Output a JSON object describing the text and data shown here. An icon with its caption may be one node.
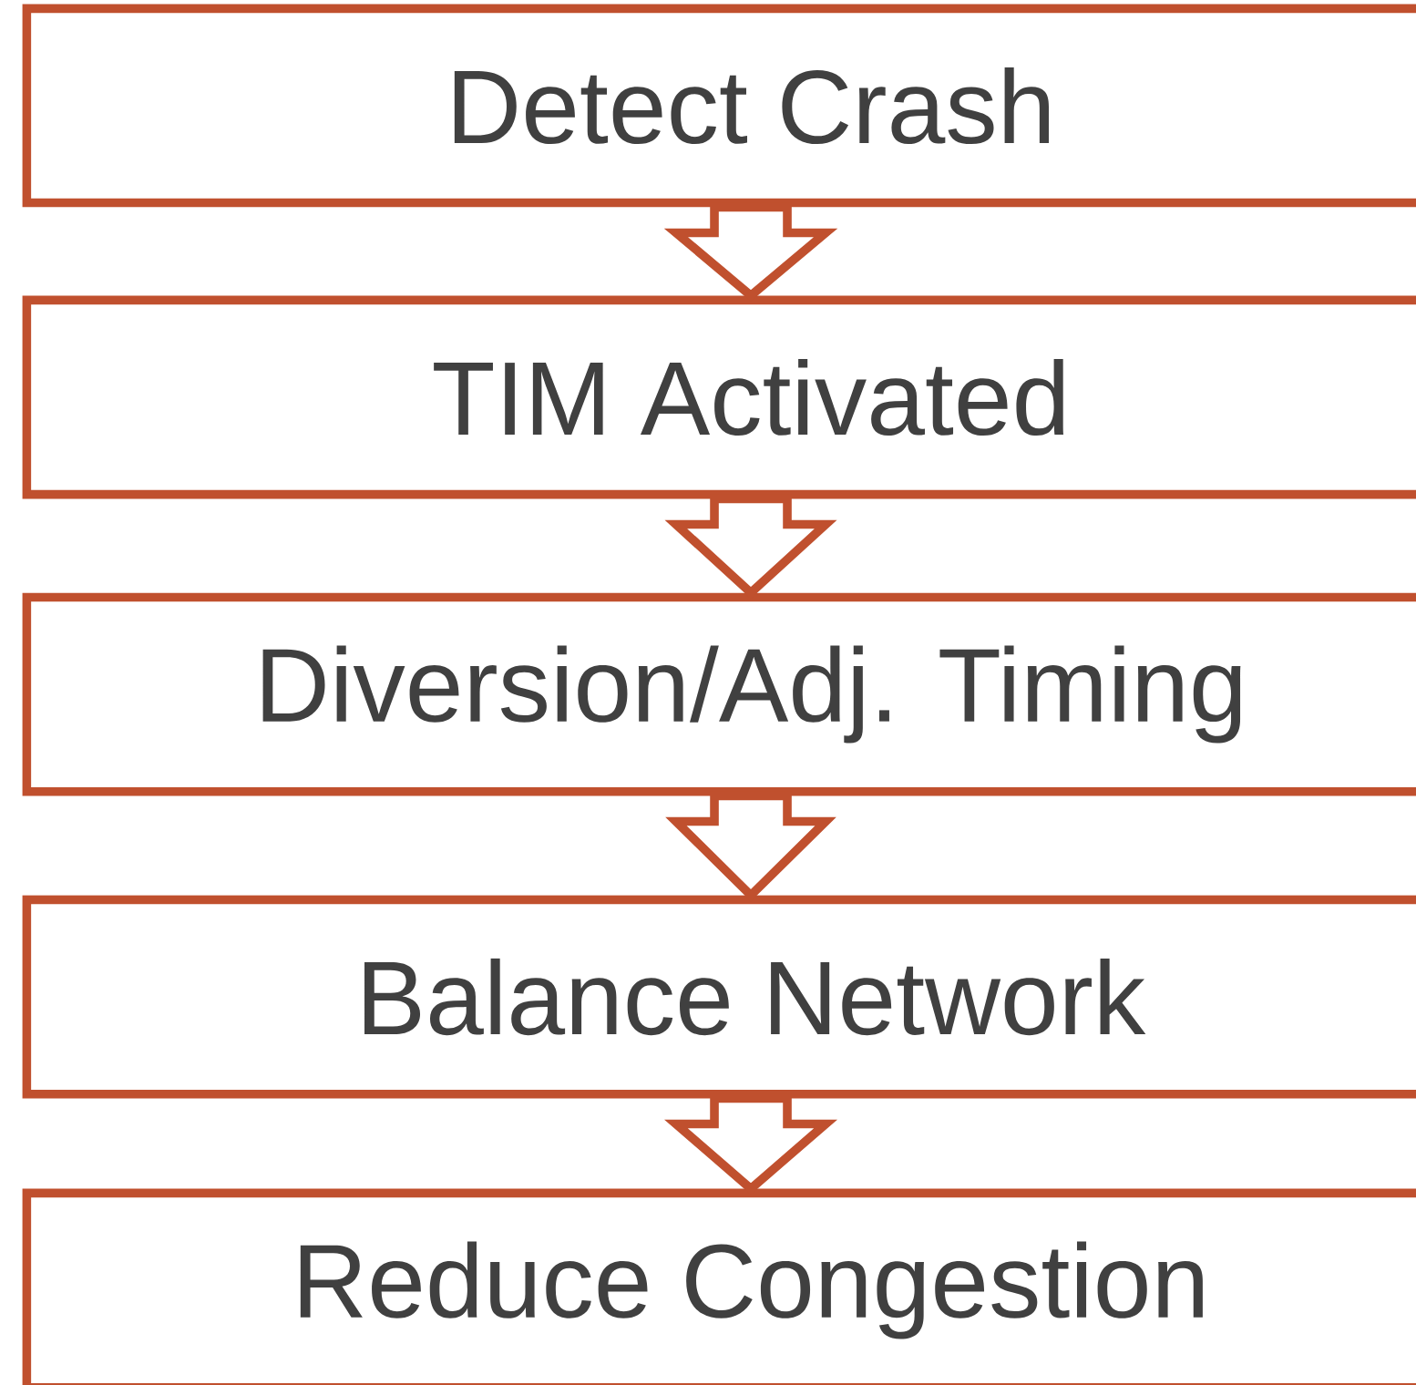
{
  "diagram": {
    "nodes": [
      {
        "text": [
          "Detect Crash"
        ]
      },
      {
        "text": [
          "TIM Activated"
        ]
      },
      {
        "text": [
          "Diversion/Adj. Timing"
        ]
      },
      {
        "text": [
          "Balance Network"
        ]
      },
      {
        "text": [
          "Reduce Congestion"
        ]
      }
    ],
    "edges": [
      {
        "from": 0,
        "to": 1,
        "arrow": "to"
      },
      {
        "from": 1,
        "to": 2,
        "arrow": "to"
      },
      {
        "from": 2,
        "to": 3,
        "arrow": "to"
      },
      {
        "from": 3,
        "to": 4,
        "arrow": "to"
      }
    ]
  }
}
